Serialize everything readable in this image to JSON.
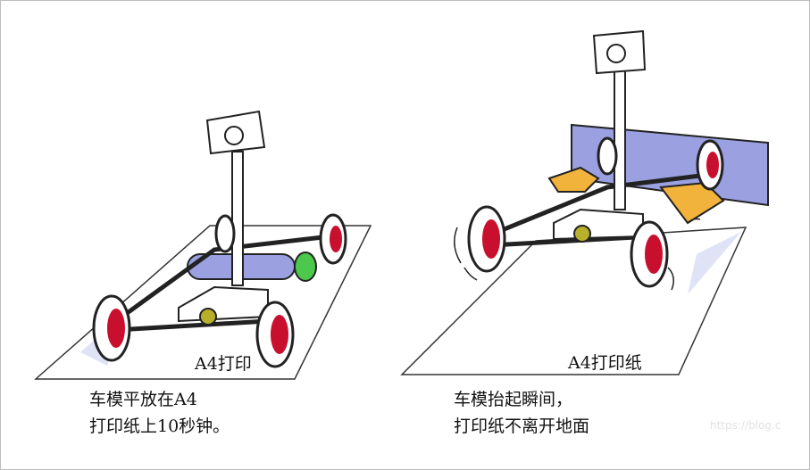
{
  "left_panel": {
    "paper_label": "A4打印",
    "caption_line1": "车模平放在A4",
    "caption_line2": "打印纸上10秒钟。"
  },
  "right_panel": {
    "paper_label": "A4打印纸",
    "caption_line1": "车模抬起瞬间，",
    "caption_line2": "打印纸不离开地面"
  },
  "watermark": "https://blog.c",
  "colors": {
    "wheel_rim": "#c8102e",
    "roller": "#9aa0e0",
    "hand": "#f2b33c",
    "gear_green": "#4cc84c",
    "nut": "#b8b02a"
  }
}
